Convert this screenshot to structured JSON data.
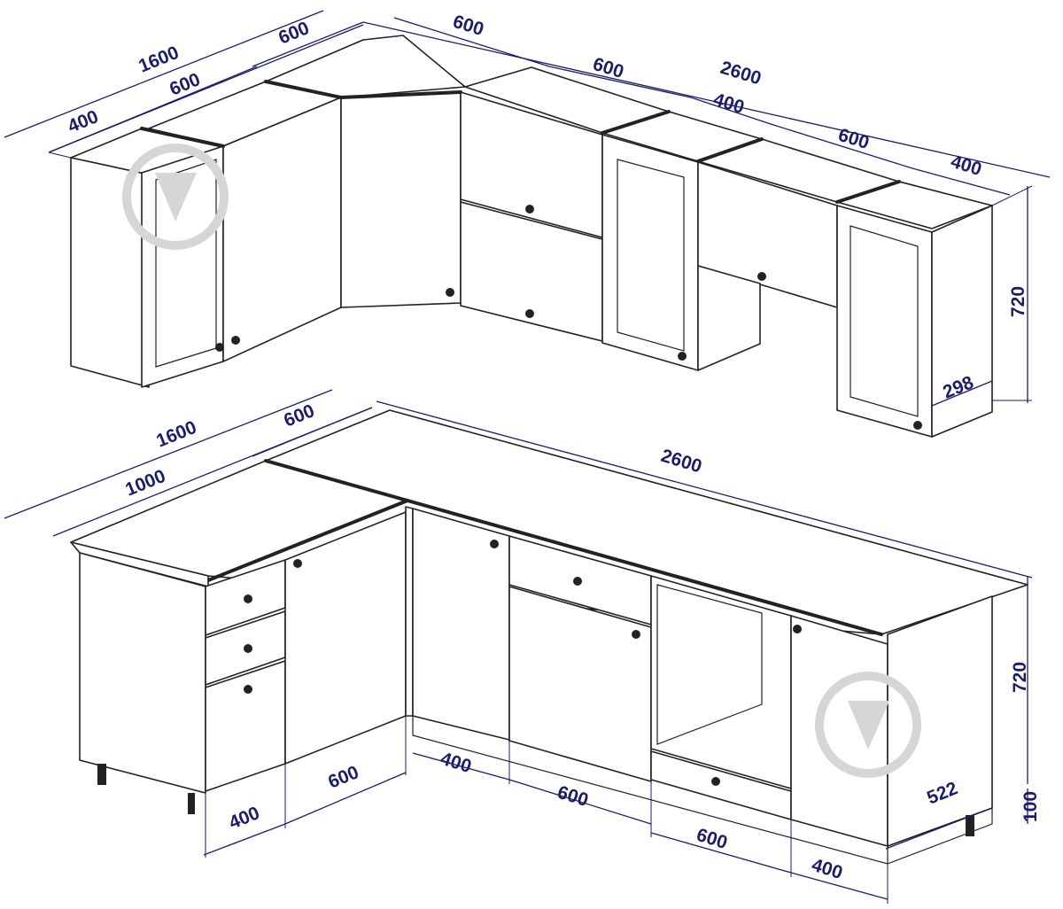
{
  "upper_dimensions": {
    "total_left": "1600",
    "left_600": "600",
    "left_inner_600": "600",
    "left_400": "400",
    "top_600": "600",
    "run_600": "600",
    "total_right": "2600",
    "run_400": "400",
    "run_600b": "600",
    "run_400b": "400",
    "height": "720",
    "depth": "298"
  },
  "lower_dimensions": {
    "total_left": "1600",
    "left_600": "600",
    "left_1000": "1000",
    "total_right": "2600",
    "height": "720",
    "plinth": "100",
    "depth": "522",
    "bottom_400a": "400",
    "bottom_600a": "600",
    "bottom_400b": "400",
    "bottom_600b": "600",
    "bottom_600c": "600",
    "bottom_400c": "400"
  },
  "colors": {
    "dimension": "#1b1d6b",
    "outline": "#222222",
    "watermark": "#d6d6d6"
  },
  "icons": [
    "watermark-logo-icon",
    "knob-icon",
    "leg-icon"
  ]
}
